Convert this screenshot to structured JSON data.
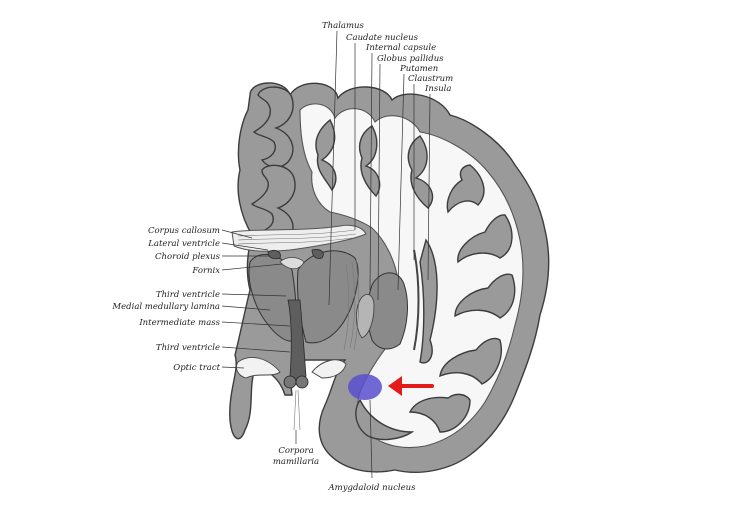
{
  "figure": {
    "labels_top": [
      "Thalamus",
      "Caudate nucleus",
      "Internal capsule",
      "Globus pallidus",
      "Putamen",
      "Claustrum",
      "Insula"
    ],
    "labels_left": [
      "Corpus callosum",
      "Lateral ventricle",
      "Choroid plexus",
      "Fornix",
      "Third ventricle",
      "Medial medullary lamina",
      "Intermediate mass",
      "Third ventricle",
      "Optic tract"
    ],
    "labels_bottom": [
      "Corpora",
      "mamillaria",
      "Amygdaloid nucleus"
    ],
    "highlight_color": "#5a4fcf",
    "arrow_color": "#e31b1b"
  }
}
